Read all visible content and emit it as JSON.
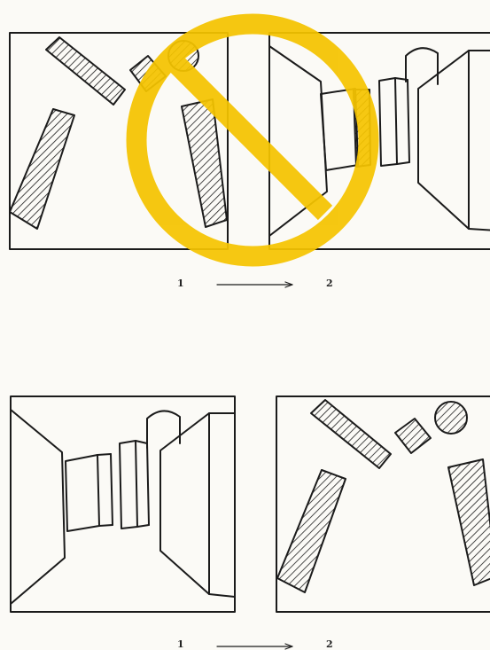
{
  "top_sequence": {
    "frame1_label": "1",
    "frame2_label": "2",
    "prohibited": true,
    "prohibition_color": "#f5c400"
  },
  "bottom_sequence": {
    "frame1_label": "1",
    "frame2_label": "2",
    "prohibited": false
  },
  "colors": {
    "ink": "#1b1b1b",
    "paper": "#fbfaf6"
  }
}
